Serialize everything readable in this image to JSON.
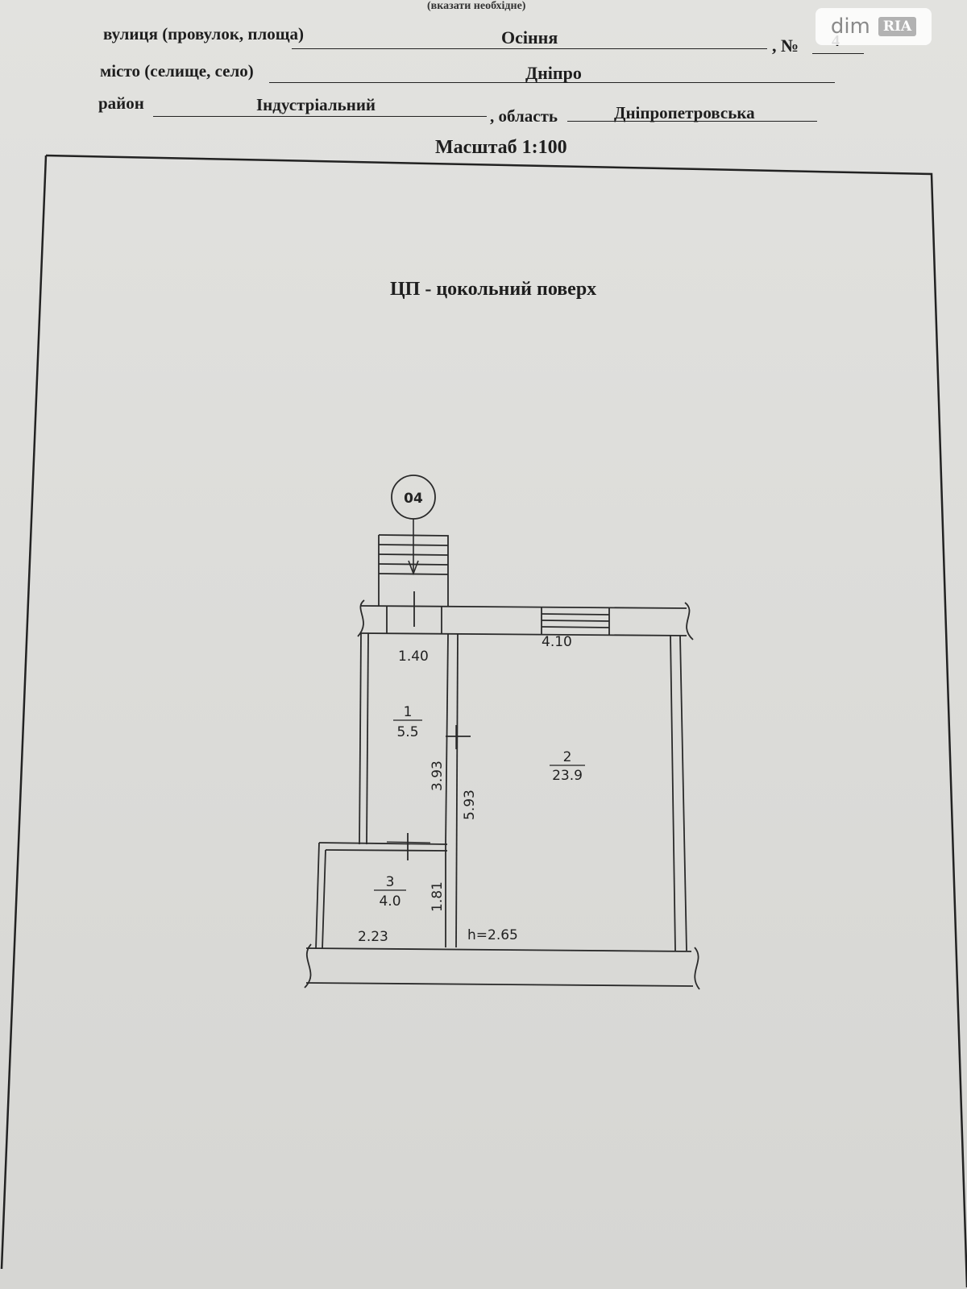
{
  "header": {
    "top_note": "(вказати необхідне)",
    "street_label": "вулиця (провулок, площа)",
    "street_value": "Осіння",
    "number_sep": ", №",
    "number_value": "4",
    "city_label": "місто (селище, село)",
    "city_value": "Дніпро",
    "district_label": "район",
    "district_value": "Індустріальний",
    "region_sep": ", область",
    "region_value": "Дніпропетровська",
    "scale": "Масштаб 1:100"
  },
  "watermark": {
    "dim": "dim",
    "ria": "RIA"
  },
  "plan": {
    "title": "ЦП - цокольний поверх",
    "marker": "04",
    "dimensions": {
      "room1_width": "1.40",
      "room2_width": "4.10",
      "room1_length": "3.93",
      "room2_length": "5.93",
      "room3_length": "1.81",
      "room3_width": "2.23",
      "height": "h=2.65"
    },
    "rooms": [
      {
        "number": "1",
        "area": "5.5"
      },
      {
        "number": "2",
        "area": "23.9"
      },
      {
        "number": "3",
        "area": "4.0"
      }
    ]
  }
}
